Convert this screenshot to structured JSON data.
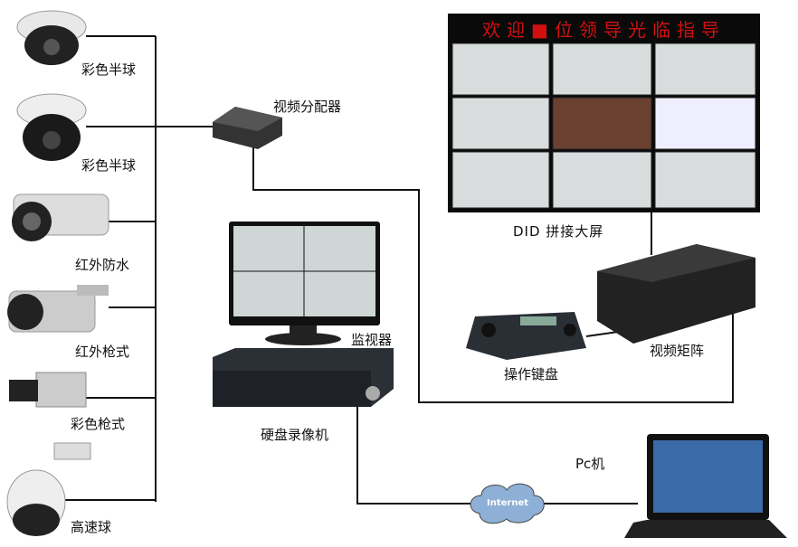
{
  "cameras": [
    {
      "label": "彩色半球",
      "icon": "dome-camera-icon"
    },
    {
      "label": "彩色半球",
      "icon": "dome-camera-icon"
    },
    {
      "label": "红外防水",
      "icon": "ir-bullet-camera-icon"
    },
    {
      "label": "红外枪式",
      "icon": "ir-bullet-camera-icon"
    },
    {
      "label": "彩色枪式",
      "icon": "box-camera-icon"
    },
    {
      "label": "高速球",
      "icon": "speed-dome-icon"
    }
  ],
  "devices": {
    "splitter": "视频分配器",
    "monitor": "监视器",
    "dvr": "硬盘录像机",
    "videowall": "DID 拼接大屏",
    "matrix": "视频矩阵",
    "keyboard": "操作键盘",
    "pc": "Pc机",
    "internet": "Internet"
  },
  "videowall_banner": "欢迎■位领导光临指导",
  "colors": {
    "banner_text": "#d21010",
    "screen_bg": "#0a0a0a",
    "cloud": "#8fb0d6",
    "line": "#111111"
  }
}
